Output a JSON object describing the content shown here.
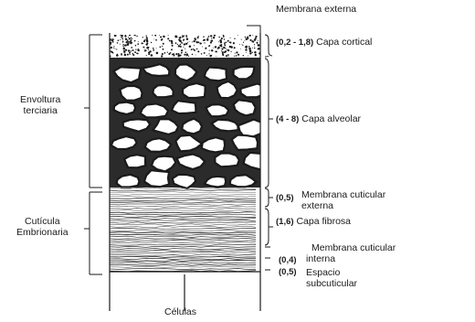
{
  "top_label": "Membrana externa",
  "group_labels": {
    "tertiary": [
      "Envoltura",
      "terciaria"
    ],
    "embryonic": [
      "Cutícula",
      "Embrionaria"
    ]
  },
  "layers": [
    {
      "id": "cortical",
      "value": "(0,2 - 1,8)",
      "name": "Capa cortical"
    },
    {
      "id": "alveolar",
      "value": "(4 - 8)",
      "name": "Capa alveolar"
    },
    {
      "id": "membrana-cuticular-externa",
      "value": "(0,5)",
      "name_lines": [
        "Membrana cuticular",
        "externa"
      ]
    },
    {
      "id": "fibrosa",
      "value": "(1,6)",
      "name": "Capa fibrosa"
    },
    {
      "id": "membrana-cuticular-interna",
      "value": "(0,4)",
      "name_lines": [
        "Membrana cuticular",
        "interna"
      ]
    },
    {
      "id": "espacio-subcuticular",
      "value": "(0,5)",
      "name_lines": [
        "Espacio",
        "subcuticular"
      ]
    }
  ],
  "bottom_label": "Células",
  "colors": {
    "ink": "#1a1a1a",
    "background": "#ffffff"
  }
}
